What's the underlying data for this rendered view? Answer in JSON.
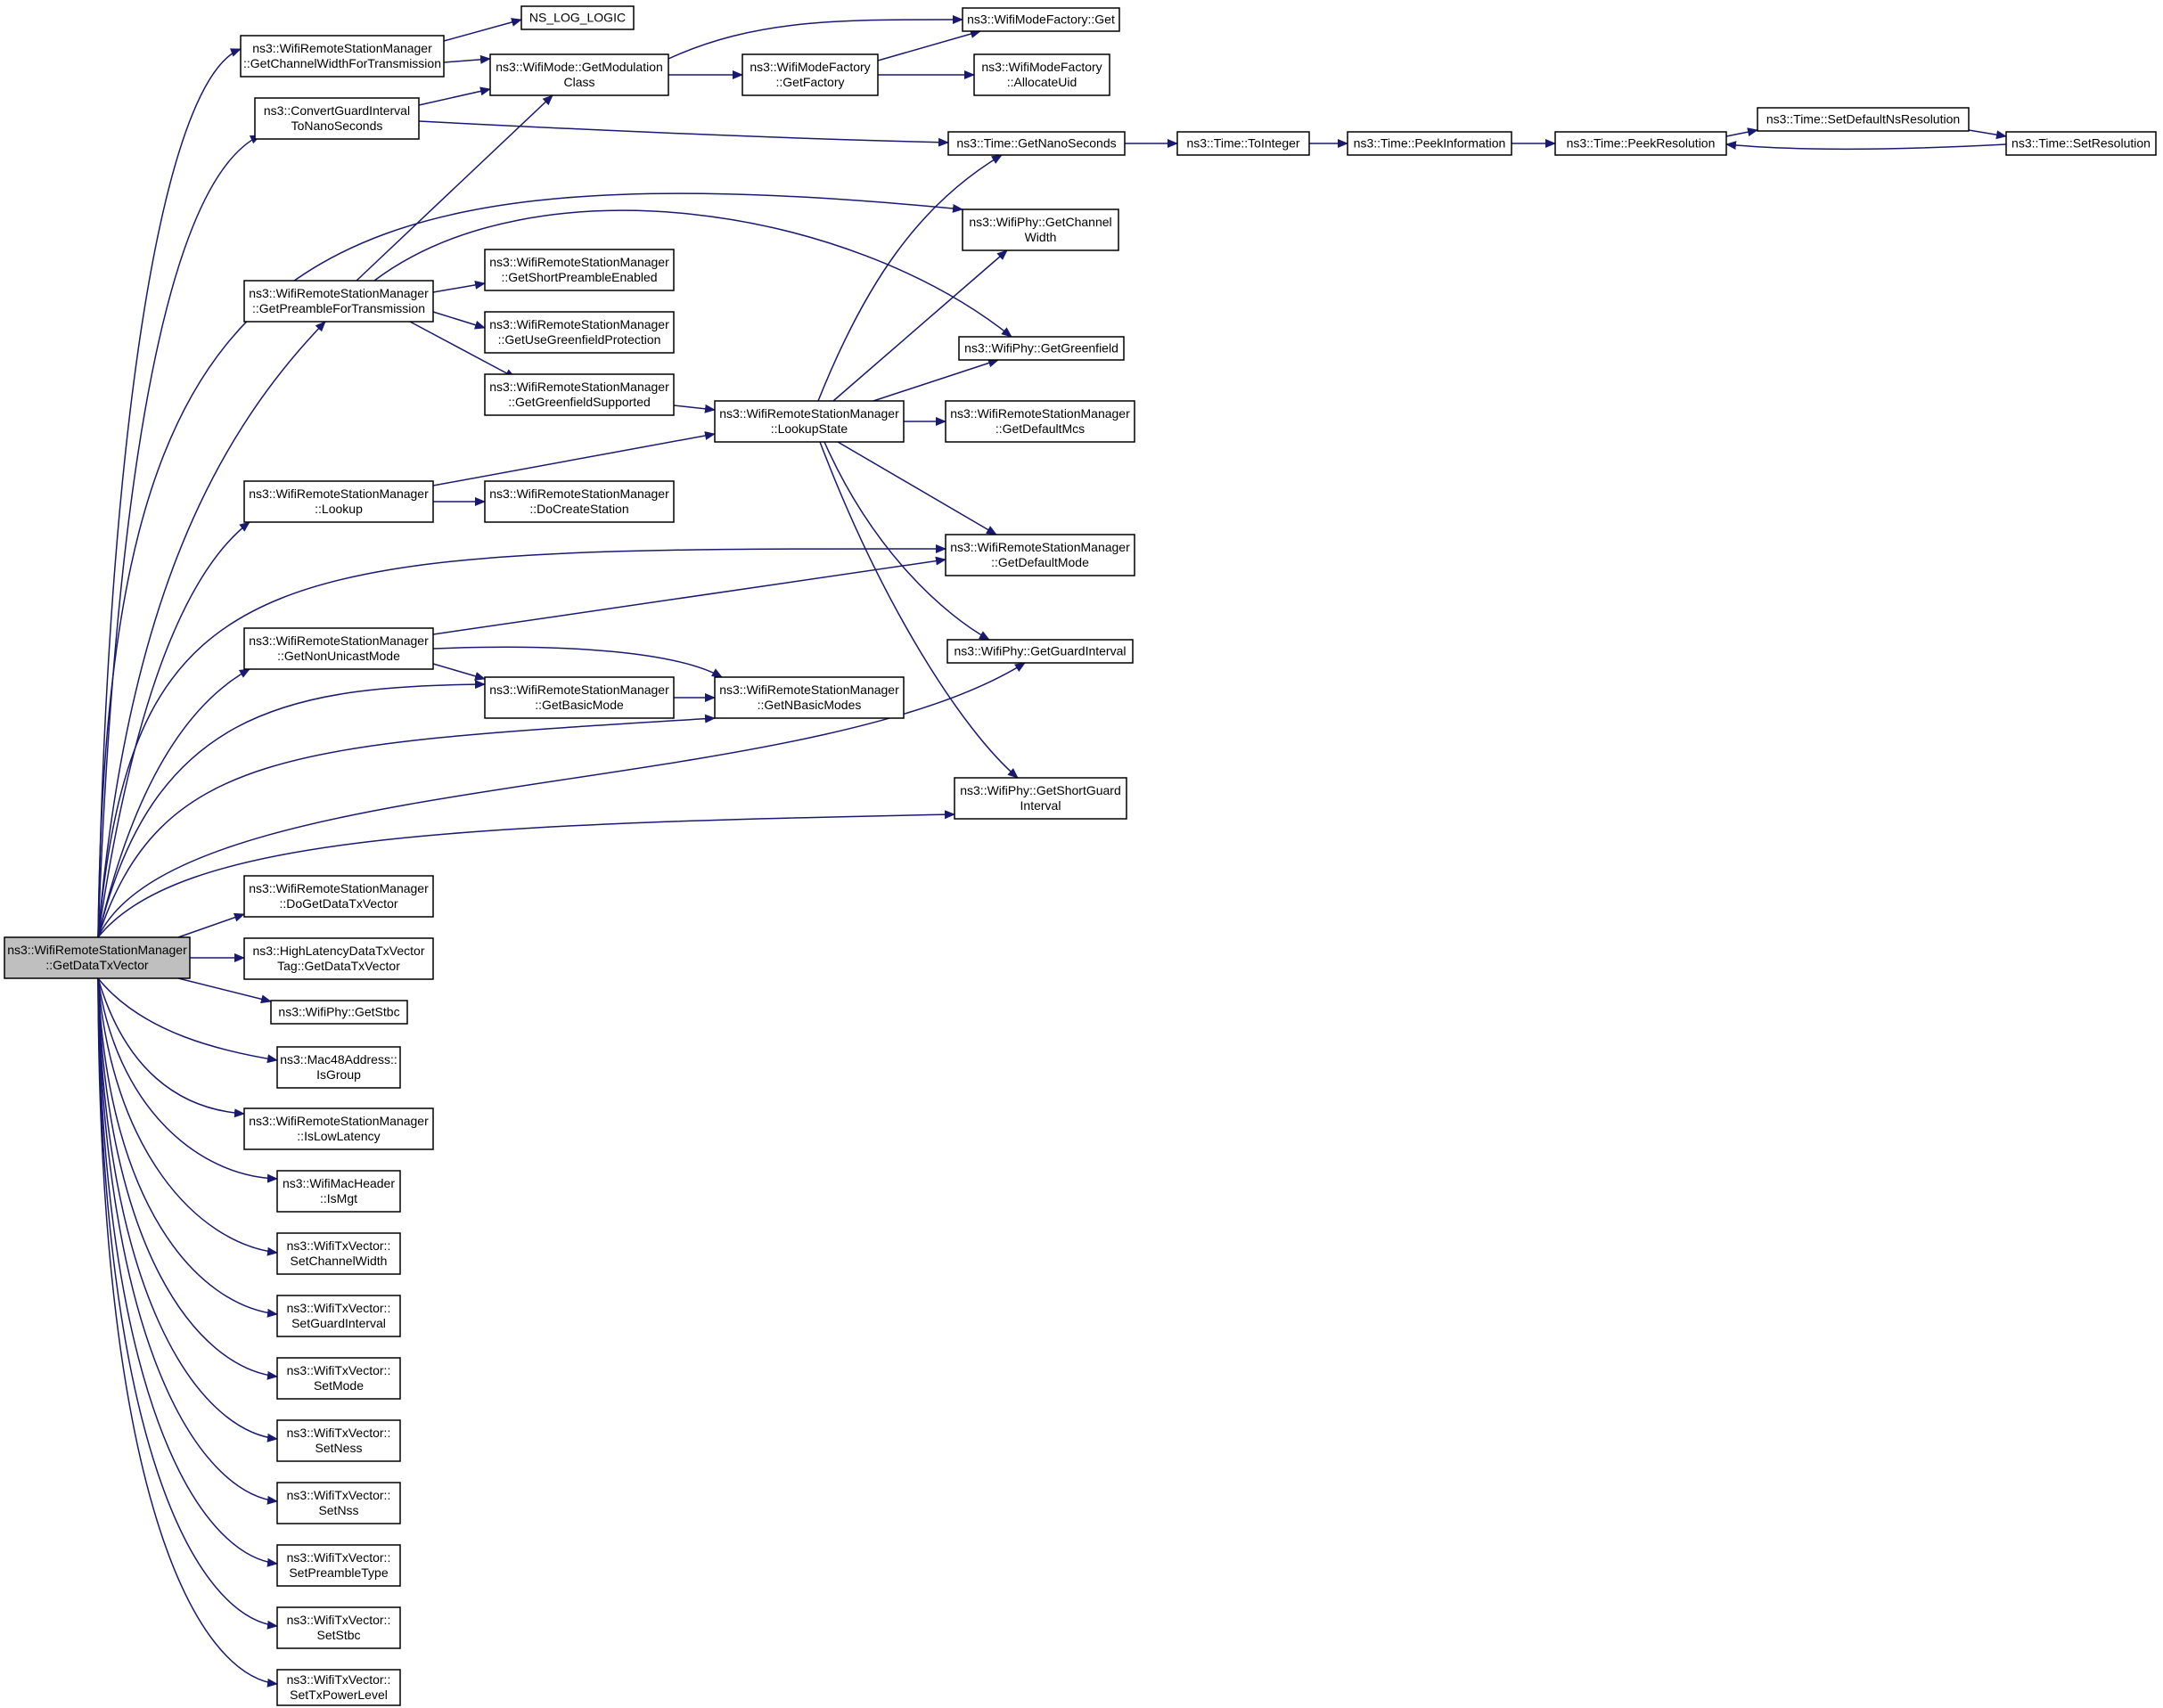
{
  "graph": {
    "edge_color": "#191970",
    "root_fill": "#bfbfbf",
    "nodes": [
      {
        "id": "root",
        "lines": [
          "ns3::WifiRemoteStationManager",
          "::GetDataTxVector"
        ]
      },
      {
        "id": "cwft",
        "lines": [
          "ns3::WifiRemoteStationManager",
          "::GetChannelWidthForTransmission"
        ]
      },
      {
        "id": "nslog",
        "lines": [
          "NS_LOG_LOGIC"
        ]
      },
      {
        "id": "modget",
        "lines": [
          "ns3::WifiModeFactory::Get"
        ]
      },
      {
        "id": "cgi",
        "lines": [
          "ns3::ConvertGuardInterval",
          "ToNanoSeconds"
        ]
      },
      {
        "id": "gmc",
        "lines": [
          "ns3::WifiMode::GetModulation",
          "Class"
        ]
      },
      {
        "id": "getfactory",
        "lines": [
          "ns3::WifiModeFactory",
          "::GetFactory"
        ]
      },
      {
        "id": "allocuid",
        "lines": [
          "ns3::WifiModeFactory",
          "::AllocateUid"
        ]
      },
      {
        "id": "getns",
        "lines": [
          "ns3::Time::GetNanoSeconds"
        ]
      },
      {
        "id": "toint",
        "lines": [
          "ns3::Time::ToInteger"
        ]
      },
      {
        "id": "peekinfo",
        "lines": [
          "ns3::Time::PeekInformation"
        ]
      },
      {
        "id": "peekres",
        "lines": [
          "ns3::Time::PeekResolution"
        ]
      },
      {
        "id": "setdefns",
        "lines": [
          "ns3::Time::SetDefaultNsResolution"
        ]
      },
      {
        "id": "setres",
        "lines": [
          "ns3::Time::SetResolution"
        ]
      },
      {
        "id": "phycw",
        "lines": [
          "ns3::WifiPhy::GetChannel",
          "Width"
        ]
      },
      {
        "id": "gpft",
        "lines": [
          "ns3::WifiRemoteStationManager",
          "::GetPreambleForTransmission"
        ]
      },
      {
        "id": "gspe",
        "lines": [
          "ns3::WifiRemoteStationManager",
          "::GetShortPreambleEnabled"
        ]
      },
      {
        "id": "gugp",
        "lines": [
          "ns3::WifiRemoteStationManager",
          "::GetUseGreenfieldProtection"
        ]
      },
      {
        "id": "phygf",
        "lines": [
          "ns3::WifiPhy::GetGreenfield"
        ]
      },
      {
        "id": "ggs",
        "lines": [
          "ns3::WifiRemoteStationManager",
          "::GetGreenfieldSupported"
        ]
      },
      {
        "id": "lookupstate",
        "lines": [
          "ns3::WifiRemoteStationManager",
          "::LookupState"
        ]
      },
      {
        "id": "defmcs",
        "lines": [
          "ns3::WifiRemoteStationManager",
          "::GetDefaultMcs"
        ]
      },
      {
        "id": "lookup",
        "lines": [
          "ns3::WifiRemoteStationManager",
          "::Lookup"
        ]
      },
      {
        "id": "docreate",
        "lines": [
          "ns3::WifiRemoteStationManager",
          "::DoCreateStation"
        ]
      },
      {
        "id": "defmode",
        "lines": [
          "ns3::WifiRemoteStationManager",
          "::GetDefaultMode"
        ]
      },
      {
        "id": "gnum",
        "lines": [
          "ns3::WifiRemoteStationManager",
          "::GetNonUnicastMode"
        ]
      },
      {
        "id": "phygi",
        "lines": [
          "ns3::WifiPhy::GetGuardInterval"
        ]
      },
      {
        "id": "basicmode",
        "lines": [
          "ns3::WifiRemoteStationManager",
          "::GetBasicMode"
        ]
      },
      {
        "id": "nbasic",
        "lines": [
          "ns3::WifiRemoteStationManager",
          "::GetNBasicModes"
        ]
      },
      {
        "id": "physgi",
        "lines": [
          "ns3::WifiPhy::GetShortGuard",
          "Interval"
        ]
      },
      {
        "id": "dogdtv",
        "lines": [
          "ns3::WifiRemoteStationManager",
          "::DoGetDataTxVector"
        ]
      },
      {
        "id": "hltag",
        "lines": [
          "ns3::HighLatencyDataTxVector",
          "Tag::GetDataTxVector"
        ]
      },
      {
        "id": "stbc",
        "lines": [
          "ns3::WifiPhy::GetStbc"
        ]
      },
      {
        "id": "isgroup",
        "lines": [
          "ns3::Mac48Address::",
          "IsGroup"
        ]
      },
      {
        "id": "islowlat",
        "lines": [
          "ns3::WifiRemoteStationManager",
          "::IsLowLatency"
        ]
      },
      {
        "id": "ismgt",
        "lines": [
          "ns3::WifiMacHeader",
          "::IsMgt"
        ]
      },
      {
        "id": "setcw",
        "lines": [
          "ns3::WifiTxVector::",
          "SetChannelWidth"
        ]
      },
      {
        "id": "setgi",
        "lines": [
          "ns3::WifiTxVector::",
          "SetGuardInterval"
        ]
      },
      {
        "id": "setmode",
        "lines": [
          "ns3::WifiTxVector::",
          "SetMode"
        ]
      },
      {
        "id": "setness",
        "lines": [
          "ns3::WifiTxVector::",
          "SetNess"
        ]
      },
      {
        "id": "setnss",
        "lines": [
          "ns3::WifiTxVector::",
          "SetNss"
        ]
      },
      {
        "id": "setpt",
        "lines": [
          "ns3::WifiTxVector::",
          "SetPreambleType"
        ]
      },
      {
        "id": "setstbc",
        "lines": [
          "ns3::WifiTxVector::",
          "SetStbc"
        ]
      },
      {
        "id": "settxpl",
        "lines": [
          "ns3::WifiTxVector::",
          "SetTxPowerLevel"
        ]
      }
    ],
    "edges": [
      {
        "from": "root",
        "to": "cwft"
      },
      {
        "from": "root",
        "to": "cgi"
      },
      {
        "from": "root",
        "to": "phycw"
      },
      {
        "from": "root",
        "to": "gpft"
      },
      {
        "from": "root",
        "to": "lookup"
      },
      {
        "from": "root",
        "to": "defmode"
      },
      {
        "from": "root",
        "to": "gnum"
      },
      {
        "from": "root",
        "to": "basicmode"
      },
      {
        "from": "root",
        "to": "nbasic"
      },
      {
        "from": "root",
        "to": "phygi"
      },
      {
        "from": "root",
        "to": "physgi"
      },
      {
        "from": "root",
        "to": "dogdtv"
      },
      {
        "from": "root",
        "to": "hltag"
      },
      {
        "from": "root",
        "to": "stbc"
      },
      {
        "from": "root",
        "to": "isgroup"
      },
      {
        "from": "root",
        "to": "islowlat"
      },
      {
        "from": "root",
        "to": "ismgt"
      },
      {
        "from": "root",
        "to": "setcw"
      },
      {
        "from": "root",
        "to": "setgi"
      },
      {
        "from": "root",
        "to": "setmode"
      },
      {
        "from": "root",
        "to": "setness"
      },
      {
        "from": "root",
        "to": "setnss"
      },
      {
        "from": "root",
        "to": "setpt"
      },
      {
        "from": "root",
        "to": "setstbc"
      },
      {
        "from": "root",
        "to": "settxpl"
      },
      {
        "from": "cwft",
        "to": "nslog"
      },
      {
        "from": "cwft",
        "to": "gmc"
      },
      {
        "from": "cgi",
        "to": "gmc"
      },
      {
        "from": "cgi",
        "to": "getns"
      },
      {
        "from": "gmc",
        "to": "modget"
      },
      {
        "from": "gmc",
        "to": "getfactory"
      },
      {
        "from": "getfactory",
        "to": "modget"
      },
      {
        "from": "getfactory",
        "to": "allocuid"
      },
      {
        "from": "getns",
        "to": "toint"
      },
      {
        "from": "toint",
        "to": "peekinfo"
      },
      {
        "from": "peekinfo",
        "to": "peekres"
      },
      {
        "from": "peekres",
        "to": "setdefns"
      },
      {
        "from": "setdefns",
        "to": "setres"
      },
      {
        "from": "setres",
        "to": "peekres"
      },
      {
        "from": "gpft",
        "to": "gmc"
      },
      {
        "from": "gpft",
        "to": "phygf"
      },
      {
        "from": "gpft",
        "to": "gspe"
      },
      {
        "from": "gpft",
        "to": "gugp"
      },
      {
        "from": "gpft",
        "to": "ggs"
      },
      {
        "from": "ggs",
        "to": "lookupstate"
      },
      {
        "from": "lookupstate",
        "to": "getns"
      },
      {
        "from": "lookupstate",
        "to": "phycw"
      },
      {
        "from": "lookupstate",
        "to": "phygf"
      },
      {
        "from": "lookupstate",
        "to": "defmcs"
      },
      {
        "from": "lookupstate",
        "to": "defmode"
      },
      {
        "from": "lookupstate",
        "to": "phygi"
      },
      {
        "from": "lookupstate",
        "to": "physgi"
      },
      {
        "from": "lookup",
        "to": "lookupstate"
      },
      {
        "from": "lookup",
        "to": "docreate"
      },
      {
        "from": "gnum",
        "to": "defmode"
      },
      {
        "from": "gnum",
        "to": "basicmode"
      },
      {
        "from": "gnum",
        "to": "nbasic"
      },
      {
        "from": "basicmode",
        "to": "nbasic"
      }
    ]
  }
}
